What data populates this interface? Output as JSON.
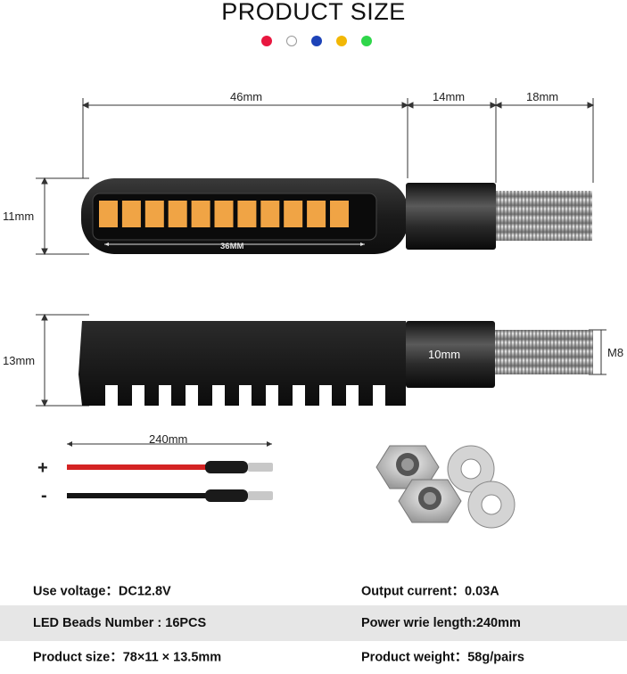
{
  "title": "PRODUCT SIZE",
  "color_options": [
    "#e8173f",
    "#ffffff",
    "#1d43b8",
    "#f2b705",
    "#2fd64a"
  ],
  "dimensions": {
    "top_length": "46mm",
    "neck_length": "14mm",
    "thread_length": "18mm",
    "height_top": "11mm",
    "led_length": "36MM",
    "height_side": "13mm",
    "neck_dia": "10mm",
    "thread_size": "M8",
    "wire_length": "240mm"
  },
  "wire_labels": {
    "positive": "+",
    "negative": "-"
  },
  "led_color": "#f0a445",
  "specs": [
    {
      "left": "Use voltage：DC12.8V",
      "right": "Output current：0.03A"
    },
    {
      "left": "LED Beads Number : 16PCS",
      "right": "Power wrie length:240mm"
    },
    {
      "left": "Product size：78×11 × 13.5mm",
      "right": "Product weight：58g/pairs"
    }
  ]
}
